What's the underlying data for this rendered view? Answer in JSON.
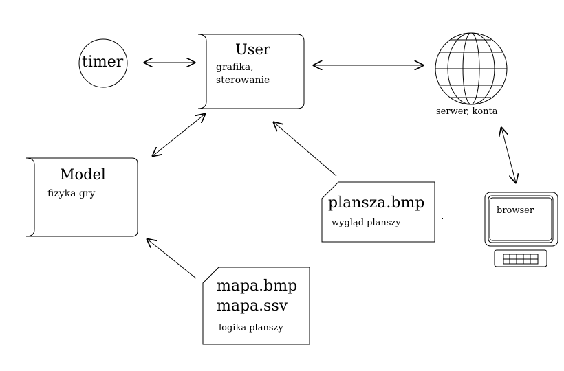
{
  "nodes": {
    "timer": {
      "label": "timer"
    },
    "user": {
      "title": "User",
      "line1": "grafika,",
      "line2": "sterowanie"
    },
    "model": {
      "title": "Model",
      "subtitle": "fizyka gry"
    },
    "server": {
      "label": "serwer, konta"
    },
    "plansza": {
      "name": "plansza.bmp",
      "desc": "wygląd planszy"
    },
    "mapa": {
      "name1": "mapa.bmp",
      "name2": "mapa.ssv",
      "desc": "logika planszy"
    },
    "browser": {
      "label": "browser"
    }
  }
}
